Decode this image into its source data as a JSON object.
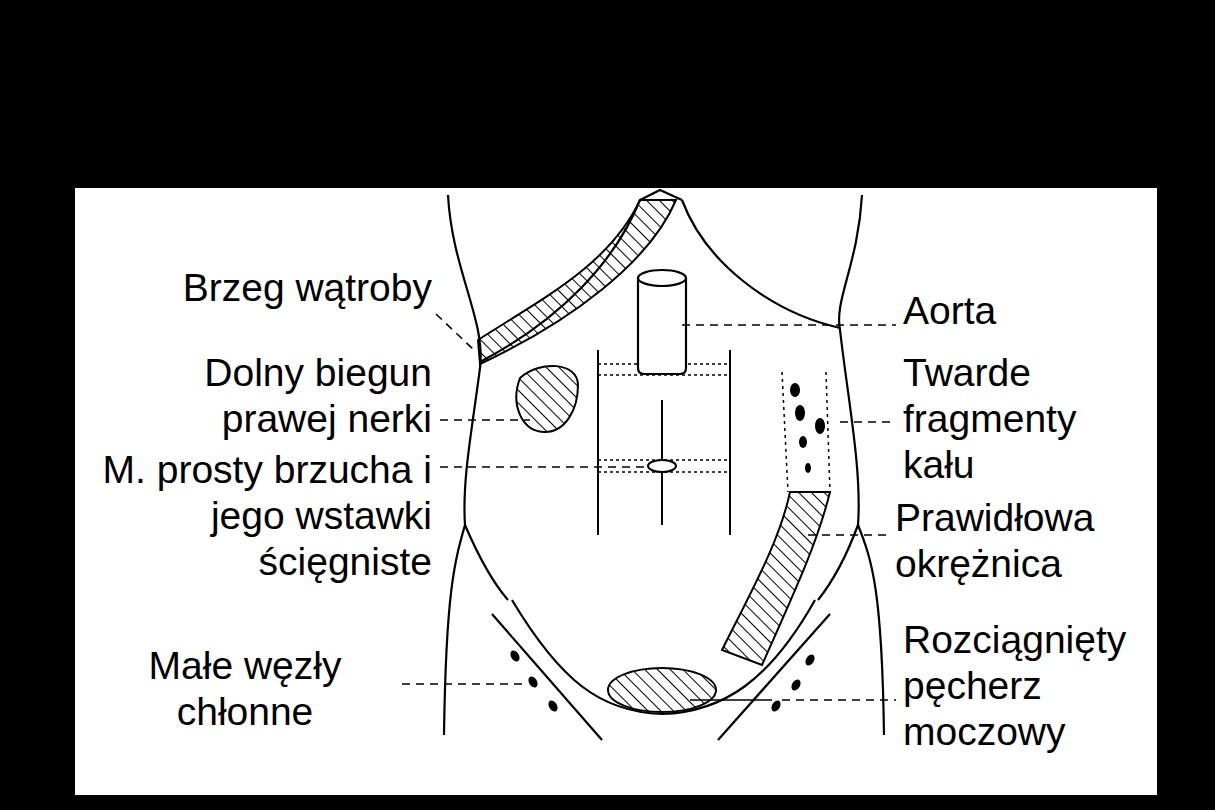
{
  "diagram": {
    "labels": [
      "Brzeg wątroby",
      "Aorta",
      "Dolny biegun prawej nerki",
      "Twarde fragmenty kału",
      "M. prosty brzucha i jego wstawki ścięgniste",
      "Prawidłowa okrężnica",
      "Małe węzły chłonne",
      "Rozciągnięty pęcherz moczowy"
    ]
  }
}
